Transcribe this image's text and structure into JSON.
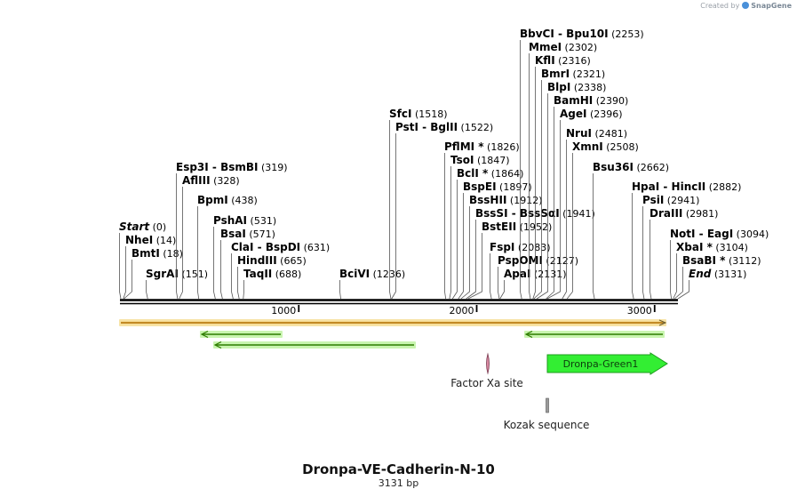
{
  "credit": {
    "prefix": "Created by",
    "brand": "SnapGene"
  },
  "plasmid": {
    "name": "Dronpa-VE-Cadherin-N-10",
    "length_label": "3131 bp",
    "length": 3131
  },
  "ruler": {
    "ticks": [
      {
        "pos": 1000,
        "label": "1000"
      },
      {
        "pos": 2000,
        "label": "2000"
      },
      {
        "pos": 3000,
        "label": "3000"
      }
    ]
  },
  "sites": [
    {
      "name": "Start",
      "pos_label": "(0)",
      "pos": 0,
      "italic": true
    },
    {
      "name": "NheI",
      "pos_label": "(14)",
      "pos": 14
    },
    {
      "name": "BmtI",
      "pos_label": "(18)",
      "pos": 18
    },
    {
      "name": "SgrAI",
      "pos_label": "(151)",
      "pos": 151
    },
    {
      "name": "Esp3I  -  BsmBI",
      "pos_label": "(319)",
      "pos": 319
    },
    {
      "name": "AflIII",
      "pos_label": "(328)",
      "pos": 328
    },
    {
      "name": "BpmI",
      "pos_label": "(438)",
      "pos": 438
    },
    {
      "name": "PshAI",
      "pos_label": "(531)",
      "pos": 531
    },
    {
      "name": "BsaI",
      "pos_label": "(571)",
      "pos": 571
    },
    {
      "name": "ClaI  -  BspDI",
      "pos_label": "(631)",
      "pos": 631
    },
    {
      "name": "HindIII",
      "pos_label": "(665)",
      "pos": 665
    },
    {
      "name": "TaqII",
      "pos_label": "(688)",
      "pos": 688
    },
    {
      "name": "BciVI",
      "pos_label": "(1236)",
      "pos": 1236
    },
    {
      "name": "SfcI",
      "pos_label": "(1518)",
      "pos": 1518
    },
    {
      "name": "PstI  -  BglII",
      "pos_label": "(1522)",
      "pos": 1522
    },
    {
      "name": "PflMI *",
      "pos_label": "(1826)",
      "pos": 1826
    },
    {
      "name": "TsoI",
      "pos_label": "(1847)",
      "pos": 1847
    },
    {
      "name": "BclI *",
      "pos_label": "(1864)",
      "pos": 1864
    },
    {
      "name": "BspEI",
      "pos_label": "(1897)",
      "pos": 1897
    },
    {
      "name": "BssHII",
      "pos_label": "(1912)",
      "pos": 1912
    },
    {
      "name": "BssSI  -  BssSαI",
      "pos_label": "(1941)",
      "pos": 1941
    },
    {
      "name": "BstEII",
      "pos_label": "(1952)",
      "pos": 1952
    },
    {
      "name": "FspI",
      "pos_label": "(2083)",
      "pos": 2083
    },
    {
      "name": "PspOMI",
      "pos_label": "(2127)",
      "pos": 2127
    },
    {
      "name": "ApaI",
      "pos_label": "(2131)",
      "pos": 2131
    },
    {
      "name": "BbvCI  -  Bpu10I",
      "pos_label": "(2253)",
      "pos": 2253
    },
    {
      "name": "MmeI",
      "pos_label": "(2302)",
      "pos": 2302
    },
    {
      "name": "KflI",
      "pos_label": "(2316)",
      "pos": 2316
    },
    {
      "name": "BmrI",
      "pos_label": "(2321)",
      "pos": 2321
    },
    {
      "name": "BlpI",
      "pos_label": "(2338)",
      "pos": 2338
    },
    {
      "name": "BamHI",
      "pos_label": "(2390)",
      "pos": 2390
    },
    {
      "name": "AgeI",
      "pos_label": "(2396)",
      "pos": 2396
    },
    {
      "name": "NruI",
      "pos_label": "(2481)",
      "pos": 2481
    },
    {
      "name": "XmnI",
      "pos_label": "(2508)",
      "pos": 2508
    },
    {
      "name": "Bsu36I",
      "pos_label": "(2662)",
      "pos": 2662
    },
    {
      "name": "HpaI  -  HincII",
      "pos_label": "(2882)",
      "pos": 2882
    },
    {
      "name": "PsiI",
      "pos_label": "(2941)",
      "pos": 2941
    },
    {
      "name": "DraIII",
      "pos_label": "(2981)",
      "pos": 2981
    },
    {
      "name": "NotI  -  EagI",
      "pos_label": "(3094)",
      "pos": 3094
    },
    {
      "name": "XbaI *",
      "pos_label": "(3104)",
      "pos": 3104
    },
    {
      "name": "BsaBI *",
      "pos_label": "(3112)",
      "pos": 3112
    },
    {
      "name": "End",
      "pos_label": "(3131)",
      "pos": 3131,
      "italic": true
    }
  ],
  "features": [
    {
      "label": "Factor Xa site",
      "type": "site"
    },
    {
      "label": "Kozak sequence",
      "type": "site"
    },
    {
      "label": "Dronpa-Green1",
      "type": "cds",
      "direction": "forward"
    }
  ],
  "colors": {
    "backbone": "#000000",
    "orf_fill": "#f5a623",
    "orf_border": "#f7e3a6",
    "green_arrow": "#2e7d00",
    "green_glow": "#c9f5b0",
    "cds_fill": "#33ee33",
    "cds_stroke": "#1c9c1c",
    "factorxa_fill": "#d98aa3",
    "kozak_fill": "#9a9a9a"
  }
}
